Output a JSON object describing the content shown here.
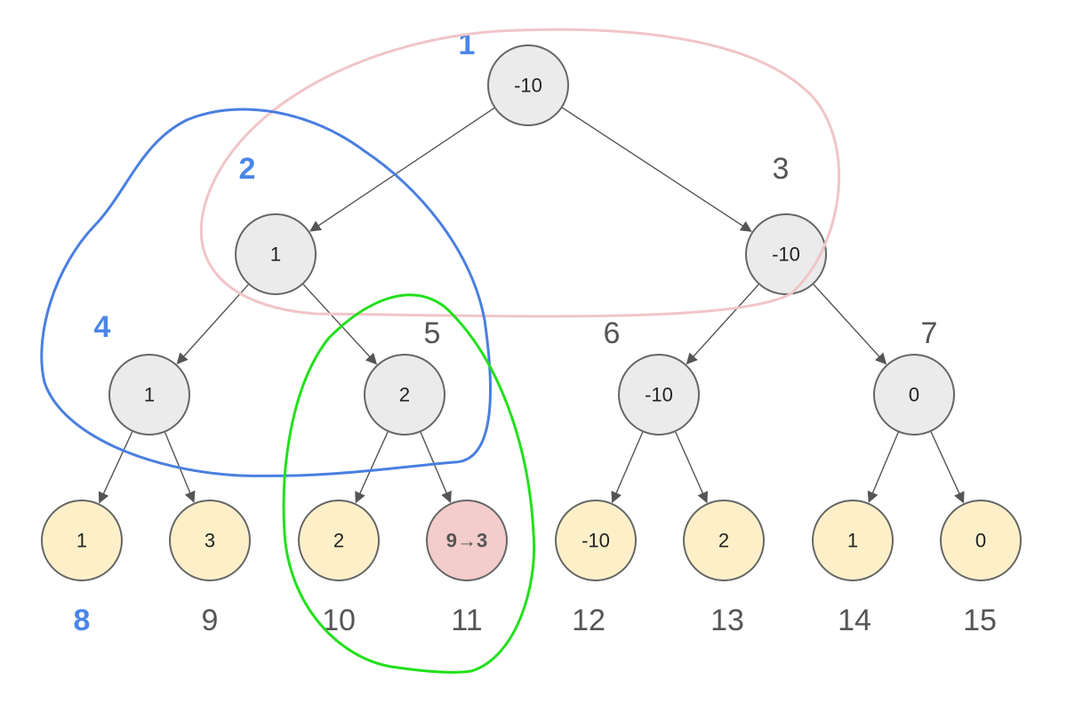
{
  "colors": {
    "internal_fill": "#ebebeb",
    "leaf_fill": "#fdf0c9",
    "updated_leaf_fill": "#f4cccc",
    "highlight_index": "#4a86e8",
    "loop_pink": "#f0c5c8",
    "loop_blue": "#4a7fe0",
    "loop_green": "#22e01a"
  },
  "nodes": [
    {
      "id": "1",
      "value": "-10",
      "index": "1",
      "kind": "internal",
      "highlight": true
    },
    {
      "id": "2",
      "value": "1",
      "index": "2",
      "kind": "internal",
      "highlight": true
    },
    {
      "id": "3",
      "value": "-10",
      "index": "3",
      "kind": "internal",
      "highlight": false
    },
    {
      "id": "4",
      "value": "1",
      "index": "4",
      "kind": "internal",
      "highlight": true
    },
    {
      "id": "5",
      "value": "2",
      "index": "5",
      "kind": "internal",
      "highlight": false
    },
    {
      "id": "6",
      "value": "-10",
      "index": "6",
      "kind": "internal",
      "highlight": false
    },
    {
      "id": "7",
      "value": "0",
      "index": "7",
      "kind": "internal",
      "highlight": false
    },
    {
      "id": "8",
      "value": "1",
      "index": "8",
      "kind": "leaf",
      "highlight": true
    },
    {
      "id": "9",
      "value": "3",
      "index": "9",
      "kind": "leaf",
      "highlight": false
    },
    {
      "id": "10",
      "value": "2",
      "index": "10",
      "kind": "leaf",
      "highlight": false
    },
    {
      "id": "11",
      "value": "9→3",
      "index": "11",
      "kind": "updated",
      "highlight": false
    },
    {
      "id": "12",
      "value": "-10",
      "index": "12",
      "kind": "leaf",
      "highlight": false
    },
    {
      "id": "13",
      "value": "2",
      "index": "13",
      "kind": "leaf",
      "highlight": false
    },
    {
      "id": "14",
      "value": "1",
      "index": "14",
      "kind": "leaf",
      "highlight": false
    },
    {
      "id": "15",
      "value": "0",
      "index": "15",
      "kind": "leaf",
      "highlight": false
    }
  ],
  "edges": [
    [
      "1",
      "2"
    ],
    [
      "1",
      "3"
    ],
    [
      "2",
      "4"
    ],
    [
      "2",
      "5"
    ],
    [
      "3",
      "6"
    ],
    [
      "3",
      "7"
    ],
    [
      "4",
      "8"
    ],
    [
      "4",
      "9"
    ],
    [
      "5",
      "10"
    ],
    [
      "5",
      "11"
    ],
    [
      "6",
      "12"
    ],
    [
      "6",
      "13"
    ],
    [
      "7",
      "14"
    ],
    [
      "7",
      "15"
    ]
  ]
}
